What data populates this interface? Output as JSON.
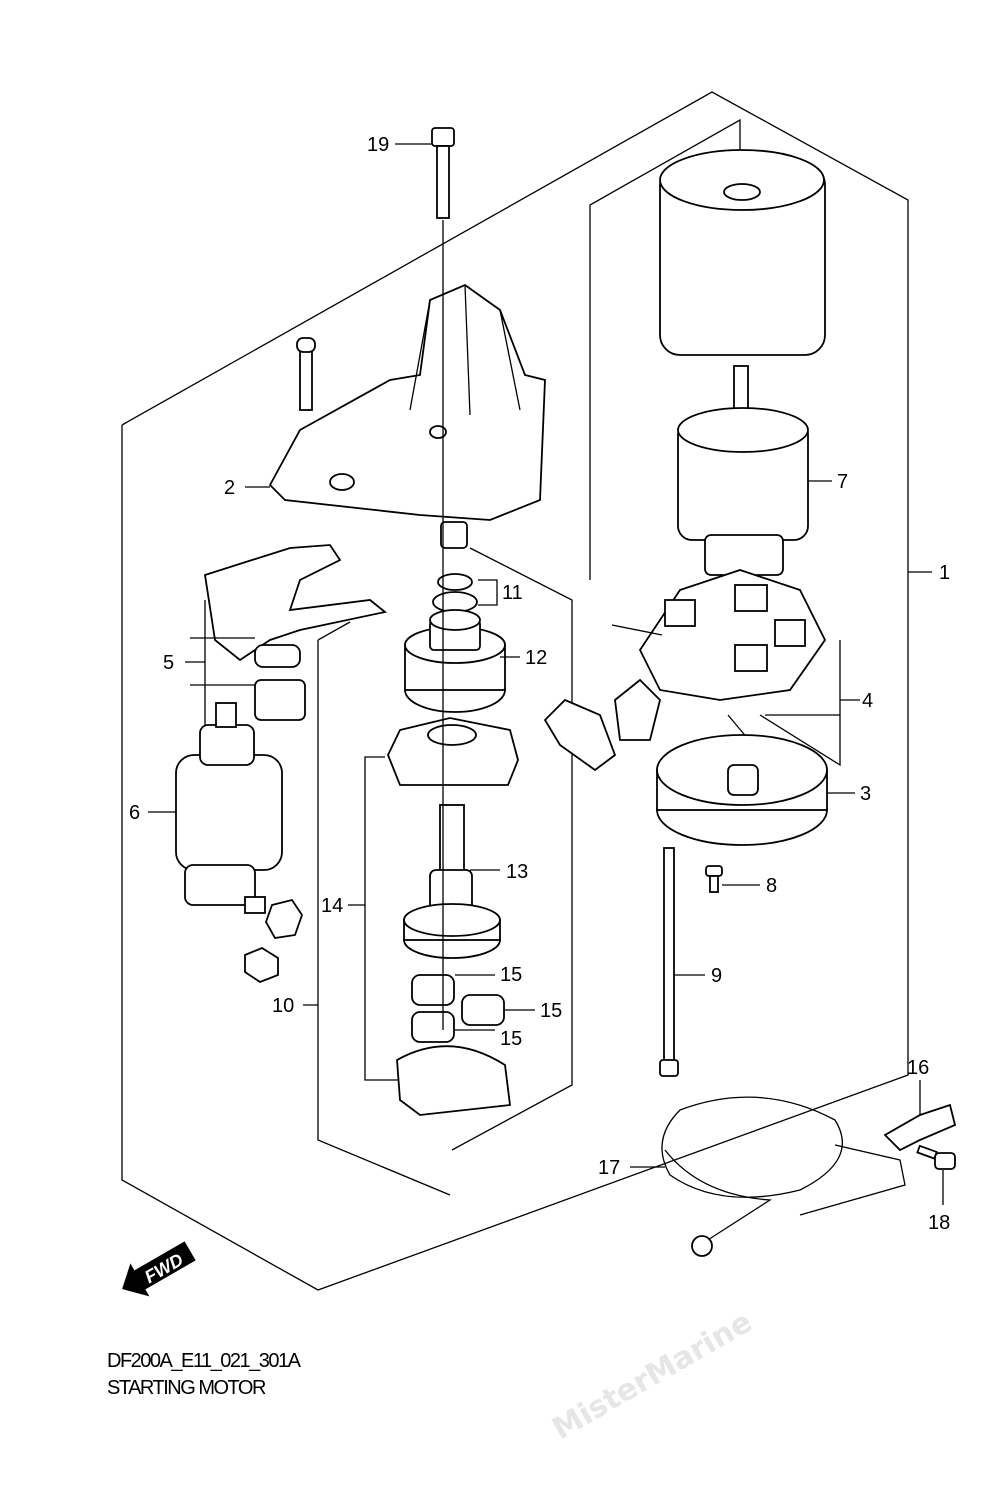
{
  "watermark": "MisterMarine",
  "fwd_label": "FWD",
  "caption": {
    "code": "DF200A_E11_021_301A",
    "title": "STARTING MOTOR"
  },
  "labels": {
    "l1": "1",
    "l2": "2",
    "l3": "3",
    "l4": "4",
    "l5": "5",
    "l6": "6",
    "l7": "7",
    "l8": "8",
    "l9": "9",
    "l10": "10",
    "l11": "11",
    "l12": "12",
    "l13": "13",
    "l14": "14",
    "l15a": "15",
    "l15b": "15",
    "l15c": "15",
    "l16": "16",
    "l17": "17",
    "l18": "18",
    "l19": "19"
  }
}
